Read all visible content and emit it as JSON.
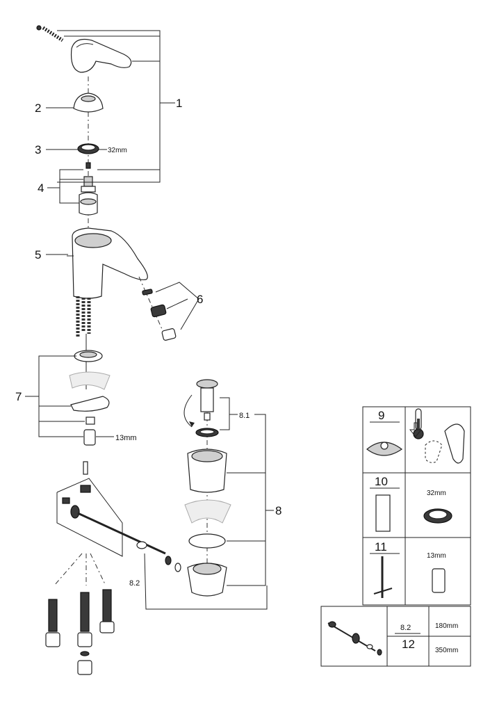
{
  "callouts": {
    "p1": "1",
    "p2": "2",
    "p3": "3",
    "p4": "4",
    "p5": "5",
    "p6": "6",
    "p7": "7",
    "p8": "8",
    "p8_1": "8.1",
    "p8_2": "8.2"
  },
  "dimensions": {
    "d32": "32mm",
    "d13": "13mm"
  },
  "legend": {
    "r9": "9",
    "r10": "10",
    "r10_size": "32mm",
    "r11": "11",
    "r11_size": "13mm",
    "r8_2": "8.2",
    "r8_2_len": "180mm",
    "r12": "12",
    "r12_len": "350mm"
  }
}
